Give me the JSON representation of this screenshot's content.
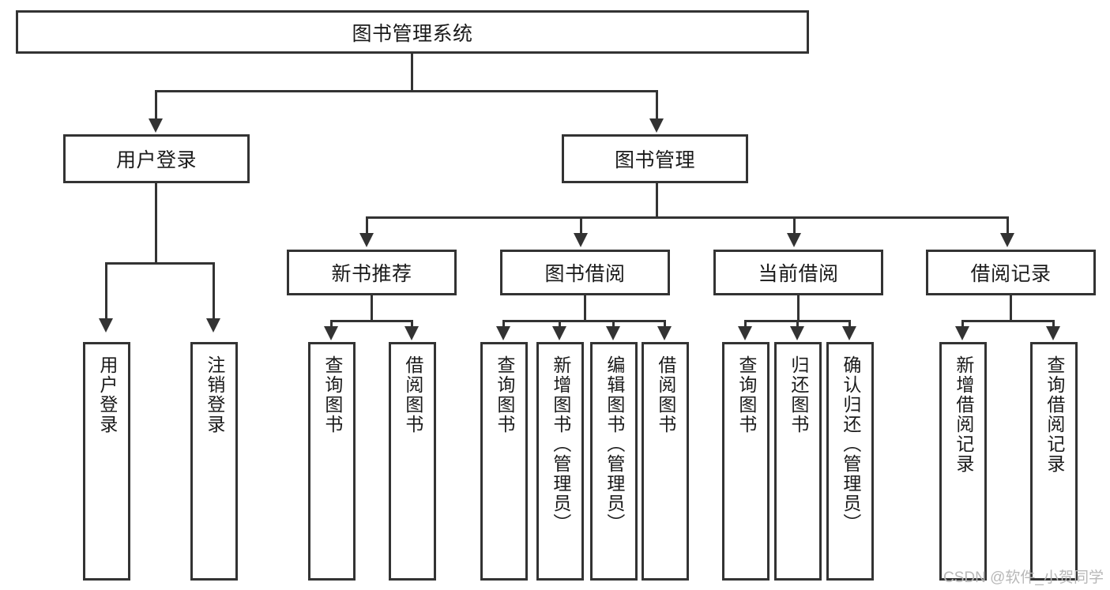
{
  "diagram": {
    "title": "图书管理系统",
    "type": "hierarchy-tree",
    "root": {
      "label": "图书管理系统"
    },
    "level2": [
      {
        "label": "用户登录"
      },
      {
        "label": "图书管理"
      }
    ],
    "level3": [
      {
        "label": "新书推荐"
      },
      {
        "label": "图书借阅"
      },
      {
        "label": "当前借阅"
      },
      {
        "label": "借阅记录"
      }
    ],
    "leaves": {
      "user_login": [
        {
          "label": "用户登录"
        },
        {
          "label": "注销登录"
        }
      ],
      "new_book_recommend": [
        {
          "label": "查询图书"
        },
        {
          "label": "借阅图书"
        }
      ],
      "book_borrow": [
        {
          "label": "查询图书"
        },
        {
          "label": "新增图书（管理员）"
        },
        {
          "label": "编辑图书（管理员）"
        },
        {
          "label": "借阅图书"
        }
      ],
      "current_borrow": [
        {
          "label": "查询图书"
        },
        {
          "label": "归还图书"
        },
        {
          "label": "确认归还（管理员）"
        }
      ],
      "borrow_record": [
        {
          "label": "新增借阅记录"
        },
        {
          "label": "查询借阅记录"
        }
      ]
    }
  },
  "watermark": {
    "text": "CSDN @软件_小贺同学"
  },
  "colors": {
    "stroke": "#333333",
    "fill": "#ffffff",
    "text": "#1a1a1a",
    "watermark": "#b8b8b8"
  }
}
